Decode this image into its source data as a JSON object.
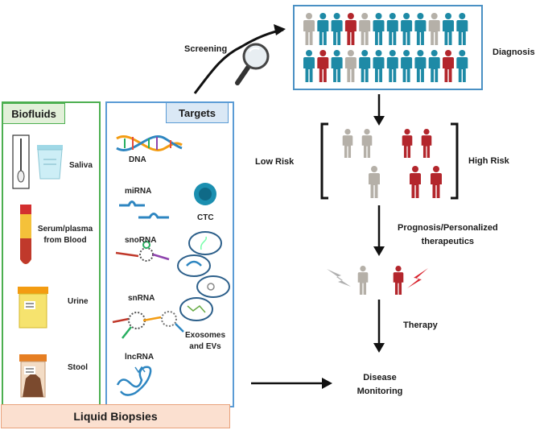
{
  "flow": {
    "screening": "Screening",
    "diagnosis": "Diagnosis",
    "low_risk": "Low Risk",
    "high_risk": "High Risk",
    "prognosis": "Prognosis/Personalized\ntherapeutics",
    "therapy": "Therapy",
    "disease_monitoring": "Disease\nMonitoring"
  },
  "biofluids": {
    "title": "Biofluids",
    "items": [
      "Saliva",
      "Serum/plasma\nfrom Blood",
      "Urine",
      "Stool"
    ]
  },
  "targets": {
    "title": "Targets",
    "items": [
      "DNA",
      "miRNA",
      "snoRNA",
      "snRNA",
      "lncRNA",
      "CTC",
      "Exosomes\nand EVs"
    ]
  },
  "footer": "Liquid Biopsies",
  "colors": {
    "teal": "#1e8aa6",
    "red": "#b3262c",
    "grey": "#b5b0a8",
    "green": "#4caf50",
    "blue": "#5a9bd5"
  }
}
